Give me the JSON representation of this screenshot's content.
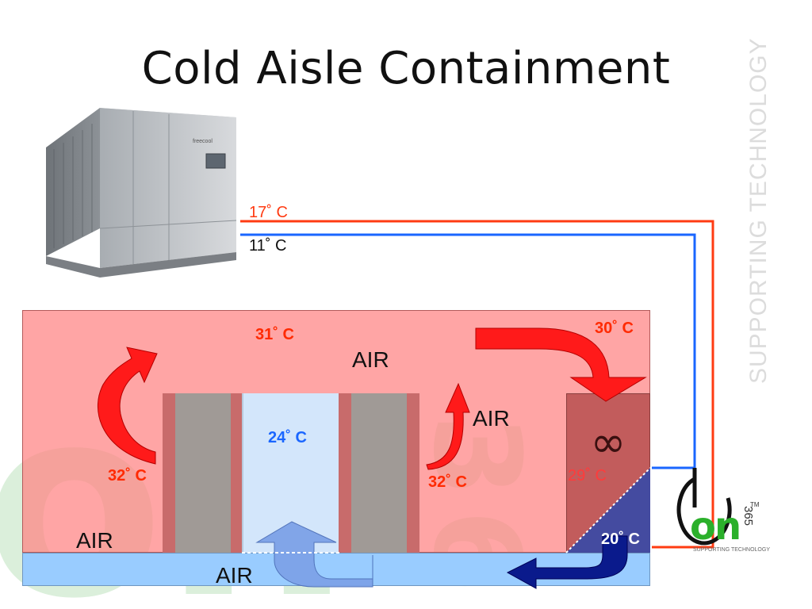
{
  "slide": {
    "title": "Cold Aisle Containment",
    "side_text": "SUPPORTING TECHNOLOGY"
  },
  "chiller": {
    "brand_text": "freecool"
  },
  "pipes": {
    "supply_temp": "17˚ C",
    "return_temp": "11˚ C",
    "supply_color": "#ff3b12",
    "return_color": "#1a66ff"
  },
  "room": {
    "temps": {
      "ceiling": "31˚ C",
      "crac_top": "30˚ C",
      "cold_aisle": "24˚ C",
      "left_rack_exhaust": "32˚ C",
      "right_rack_exhaust": "32˚ C",
      "crac_unit": "29˚ C",
      "crac_out": "20˚ C"
    },
    "air_labels": {
      "ceiling": "AIR",
      "right_rack": "AIR",
      "floor_left": "AIR",
      "underfloor": "AIR"
    },
    "crac_symbol": "∞"
  },
  "logo": {
    "main": "on",
    "number": "365",
    "trademark": "TM",
    "tagline": "SUPPORTING TECHNOLOGY"
  },
  "watermark": {
    "letters": "on",
    "number_3": "3",
    "number_6": "6"
  },
  "colors": {
    "hot_air": "#ff1a1a",
    "cold_air": "#6f9be6",
    "crac_supply": "#1a1a8c",
    "room": "#ff8a8a",
    "floor": "#99ccff",
    "brand_green": "#2bb02b"
  }
}
